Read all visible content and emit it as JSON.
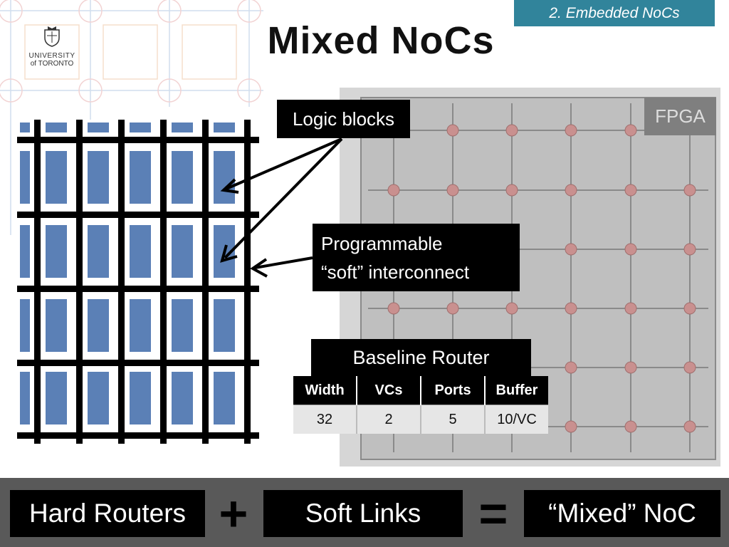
{
  "header": {
    "section_tag": "2. Embedded NoCs",
    "title": "Mixed NoCs"
  },
  "logo": {
    "line1": "UNIVERSITY",
    "line2": "of TORONTO"
  },
  "callouts": {
    "logic_blocks": "Logic blocks",
    "programmable_line1": "Programmable",
    "programmable_line2": "“soft” interconnect"
  },
  "fpga": {
    "label": "FPGA",
    "router_color": "#c9908f",
    "grid_color": "#8a8a8a",
    "panel_color": "#bfbfbf"
  },
  "baseline_router": {
    "title": "Baseline Router",
    "headers": [
      "Width",
      "VCs",
      "Ports",
      "Buffer"
    ],
    "values": [
      "32",
      "2",
      "5",
      "10/VC"
    ]
  },
  "equation": {
    "term1": "Hard Routers",
    "plus": "+",
    "term2": "Soft Links",
    "equals": "=",
    "result": "“Mixed” NoC"
  },
  "colors": {
    "accent": "#31849b",
    "logic_block": "#5b80b6",
    "bar": "#595959"
  }
}
